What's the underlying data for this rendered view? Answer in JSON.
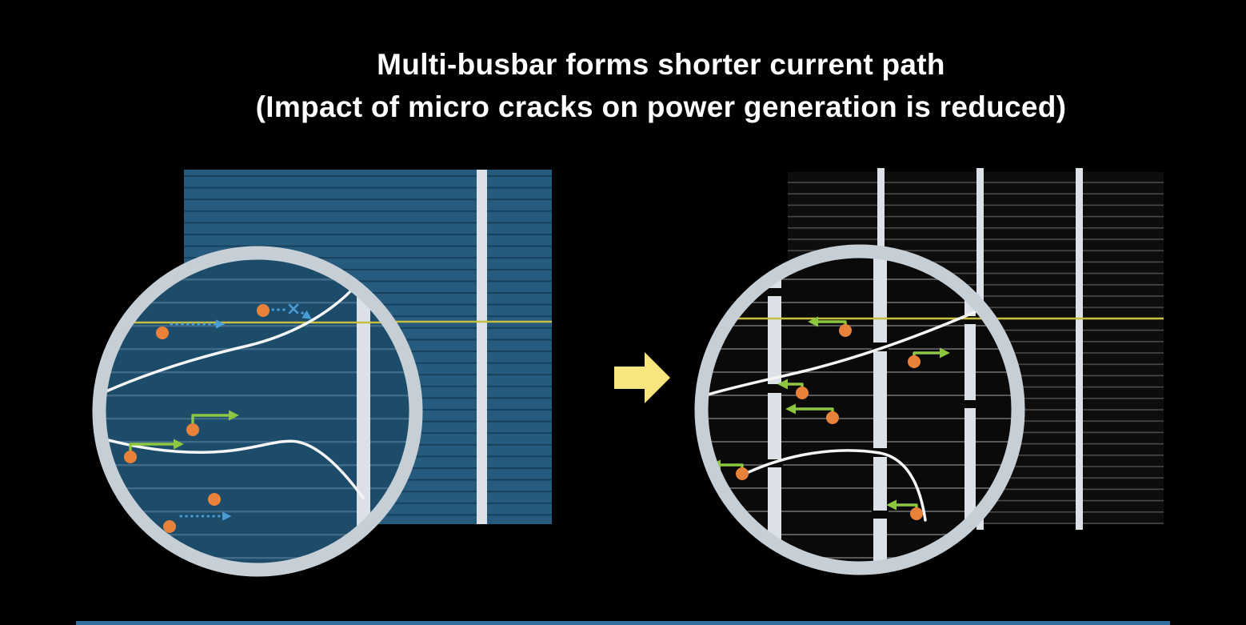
{
  "title": {
    "line1": "Multi-busbar forms shorter current path",
    "line2": "(Impact of micro cracks on power generation is reduced)"
  },
  "colors": {
    "background": "#000000",
    "title_text": "#ffffff",
    "left_cell_fill": "#275b7e",
    "left_cell_line": "#16415c",
    "left_lens_fill": "#1d4c6b",
    "left_lens_line": "#3f6a88",
    "right_cell_fill": "#0d0d0d",
    "right_cell_line": "#4a4a4a",
    "right_lens_fill": "#0a0a0a",
    "right_lens_line": "#585858",
    "busbar": "#dbe1e7",
    "lens_ring": "#c6ced6",
    "crack": "#f5f5f5",
    "electron": "#e8823b",
    "blocked_path": "#4a9cd6",
    "short_path": "#8dc63f",
    "interconnect": "#c8bf3e",
    "transition_arrow": "#f9e57e",
    "bottom_divider": "#31709f"
  },
  "icons": {
    "transition": "right-block-arrow",
    "left_lens": "magnifier-lens",
    "right_lens": "magnifier-lens"
  }
}
